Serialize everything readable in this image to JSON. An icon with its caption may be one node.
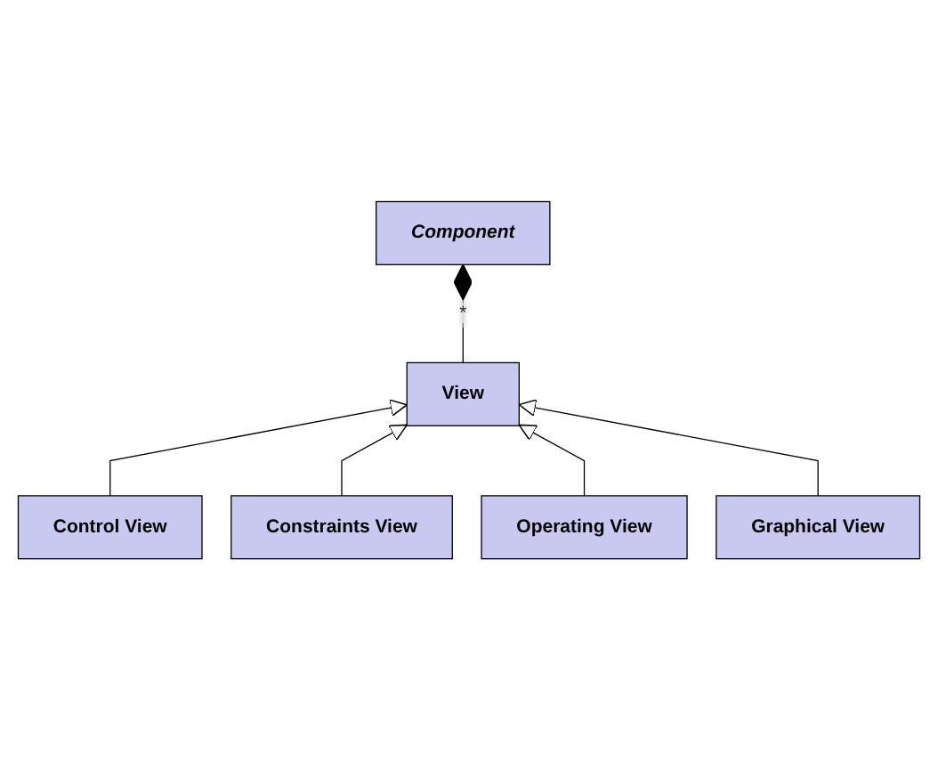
{
  "diagram": {
    "nodes": [
      {
        "text": [
          "Component"
        ]
      },
      {
        "text": [
          "View"
        ]
      },
      {
        "text": [
          "Control View"
        ]
      },
      {
        "text": [
          "Graphical View"
        ]
      },
      {
        "text": [
          "Constraints View"
        ]
      },
      {
        "text": [
          "Operating View"
        ]
      }
    ],
    "edges": [
      {
        "from": 0,
        "to": 1,
        "arrow": "other",
        "label": "*"
      },
      {
        "from": 2,
        "to": 1,
        "arrow": "to"
      },
      {
        "from": 4,
        "to": 1,
        "arrow": "to"
      },
      {
        "from": 5,
        "to": 1,
        "arrow": "to"
      },
      {
        "from": 3,
        "to": 1,
        "arrow": "to"
      }
    ]
  }
}
